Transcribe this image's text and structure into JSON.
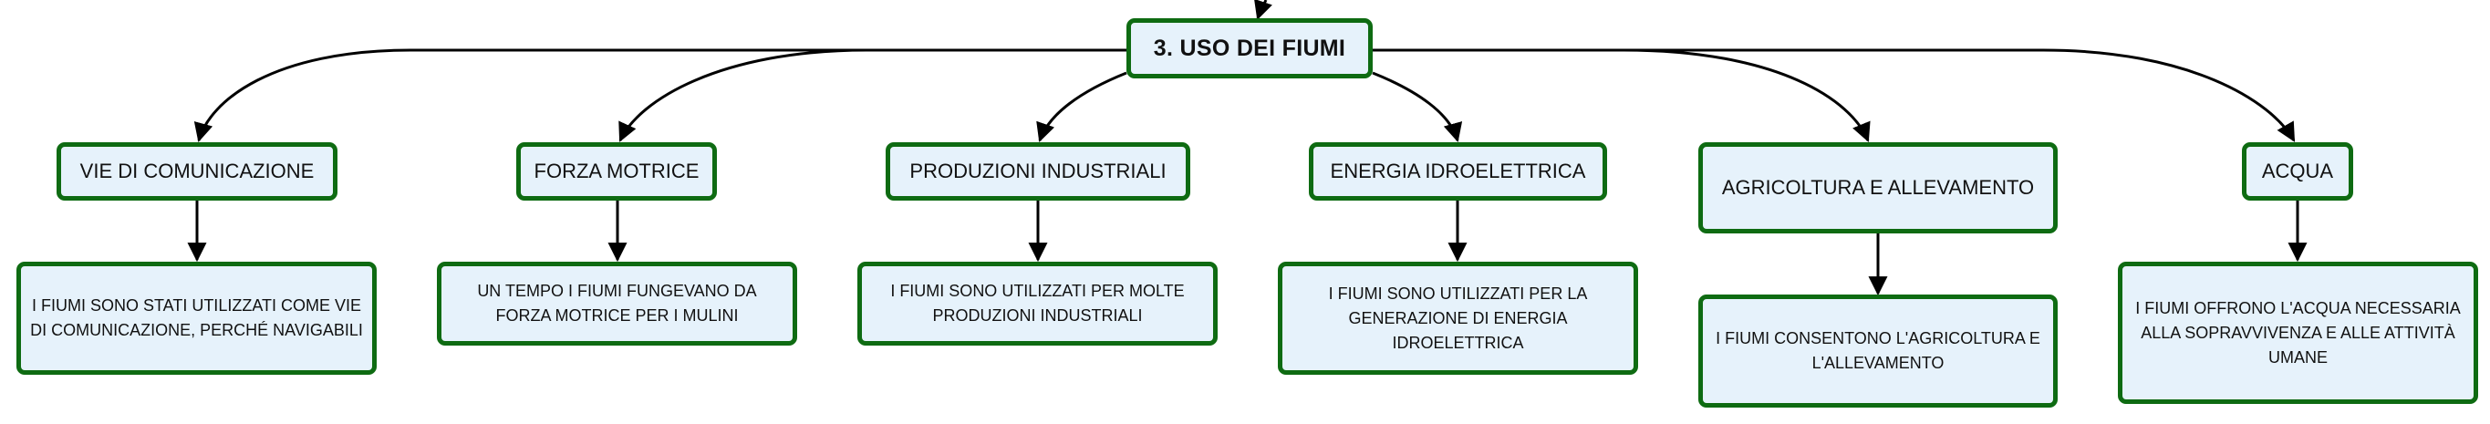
{
  "diagram": {
    "root": {
      "label": "3. USO DEI FIUMI"
    },
    "branches": [
      {
        "category": "VIE DI COMUNICAZIONE",
        "description": "I FIUMI SONO STATI UTILIZZATI COME VIE DI COMUNICAZIONE, PERCHÉ NAVIGABILI"
      },
      {
        "category": "FORZA MOTRICE",
        "description": "UN TEMPO I FIUMI FUNGEVANO DA FORZA MOTRICE PER I MULINI"
      },
      {
        "category": "PRODUZIONI INDUSTRIALI",
        "description": "I FIUMI SONO UTILIZZATI PER MOLTE PRODUZIONI INDUSTRIALI"
      },
      {
        "category": "ENERGIA IDROELETTRICA",
        "description": "I FIUMI SONO UTILIZZATI PER LA GENERAZIONE DI ENERGIA IDROELETTRICA"
      },
      {
        "category": "AGRICOLTURA E ALLEVAMENTO",
        "description": "I FIUMI CONSENTONO L'AGRICOLTURA E L'ALLEVAMENTO"
      },
      {
        "category": "ACQUA",
        "description": "I FIUMI OFFRONO L'ACQUA NECESSARIA ALLA SOPRAVVIVENZA E ALLE ATTIVITÀ UMANE"
      }
    ],
    "colors": {
      "border": "#0e6b12",
      "fill": "#e6f2fb",
      "line": "#000000"
    }
  }
}
